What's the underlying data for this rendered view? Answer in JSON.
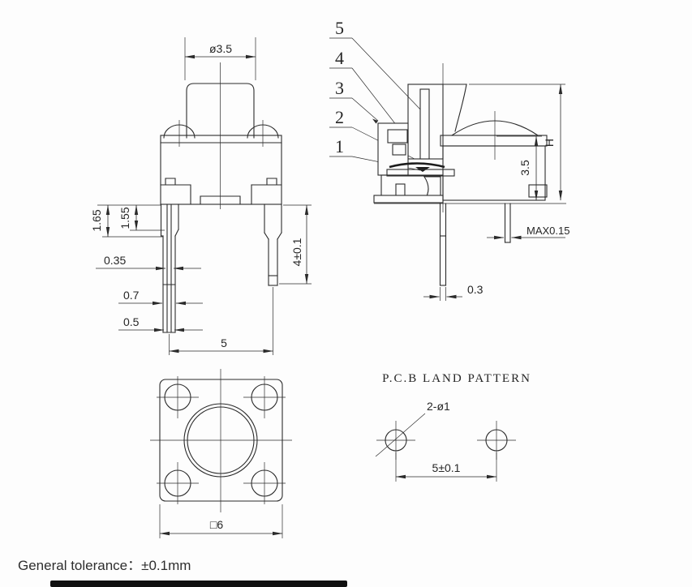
{
  "front_view": {
    "dim_diameter": "ø3.5",
    "dim_1_65": "1.65",
    "dim_1_55": "1.55",
    "dim_0_35": "0.35",
    "dim_0_7": "0.7",
    "dim_0_5": "0.5",
    "dim_pitch": "5",
    "dim_leg_length": "4±0.1"
  },
  "section_view": {
    "callouts": [
      "5",
      "4",
      "3",
      "2",
      "1"
    ],
    "dim_height": "H",
    "dim_body_height": "3.5",
    "dim_standoff": "MAX0.15",
    "dim_leg_width": "0.3"
  },
  "bottom_view": {
    "dim_square": "□6"
  },
  "pcb_pattern": {
    "title": "P.C.B LAND PATTERN",
    "dim_holes": "2-ø1",
    "dim_pitch": "5±0.1"
  },
  "footer": {
    "general_tolerance": "General tolerance：±0.1mm"
  },
  "colors": {
    "line": "#2b2b2b",
    "background": "#fdfdfd",
    "redaction": "#101010"
  }
}
